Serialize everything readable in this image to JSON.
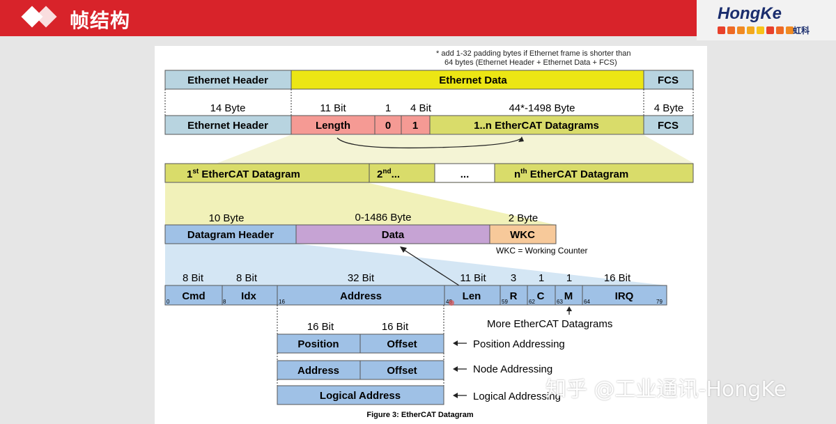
{
  "header": {
    "title": "帧结构",
    "logo_text": "HongKe",
    "logo_sub": "虹科",
    "logo_dot_colors": [
      "#e8412b",
      "#ee6a25",
      "#f08a22",
      "#f3a81e",
      "#f7c31a"
    ]
  },
  "figure": {
    "note_line1": "* add 1-32 padding bytes if Ethernet frame is shorter than",
    "note_line2": "64 bytes (Ethernet Header + Ethernet Data + FCS)",
    "row1": {
      "eth_header": "Ethernet Header",
      "eth_data": "Ethernet Data",
      "fcs": "FCS"
    },
    "row2_sizes": {
      "header": "14 Byte",
      "length": "11 Bit",
      "one": "1",
      "four": "4 Bit",
      "datagrams": "44*-1498 Byte",
      "fcs": "4 Byte"
    },
    "row2": {
      "eth_header": "Ethernet Header",
      "length": "Length",
      "zero": "0",
      "one": "1",
      "datagrams": "1..n EtherCAT Datagrams",
      "fcs": "FCS"
    },
    "row3": {
      "first": "1",
      "first_sup": "st",
      "first_rest": " EtherCAT Datagram",
      "second": "2",
      "second_sup": "nd",
      "second_rest": "...",
      "dots": "...",
      "nth": "n",
      "nth_sup": "th",
      "nth_rest": " EtherCAT Datagram"
    },
    "row4_sizes": {
      "header": "10 Byte",
      "data": "0-1486 Byte",
      "wkc": "2 Byte"
    },
    "row4": {
      "header": "Datagram Header",
      "data": "Data",
      "wkc": "WKC",
      "wkc_note": "WKC = Working Counter"
    },
    "row5_sizes": {
      "cmd": "8 Bit",
      "idx": "8 Bit",
      "address": "32 Bit",
      "len": "11 Bit",
      "r": "3",
      "c": "1",
      "m": "1",
      "irq": "16 Bit"
    },
    "row5": {
      "cmd": "Cmd",
      "idx": "Idx",
      "address": "Address",
      "len": "Len",
      "r": "R",
      "c": "C",
      "m": "M",
      "irq": "IRQ",
      "off_0": "0",
      "off_8": "8",
      "off_16": "16",
      "off_48": "48",
      "off_59": "59",
      "off_62": "62",
      "off_63": "63",
      "off_64": "64",
      "off_79": "79"
    },
    "more_datagrams": "More EtherCAT Datagrams",
    "addr_sizes": {
      "a": "16 Bit",
      "b": "16 Bit"
    },
    "addr_rows": [
      {
        "left": "Position",
        "right": "Offset",
        "desc": "Position Addressing"
      },
      {
        "left": "Address",
        "right": "Offset",
        "desc": "Node Addressing"
      },
      {
        "full": "Logical Address",
        "desc": "Logical Addressing"
      }
    ],
    "caption": "Figure 3: EtherCAT Datagram"
  },
  "watermark": "知乎 @工业通讯-HongKe",
  "colors": {
    "blue_box": "#b8d4e0",
    "yellow_box": "#ece614",
    "light_yellow": "#e8e89a",
    "pink_box": "#f59a94",
    "purple_box": "#c6a3d4",
    "orange_box": "#f7c99a",
    "blue_field": "#9fc1e6",
    "olive_box": "#d9dc6a"
  }
}
